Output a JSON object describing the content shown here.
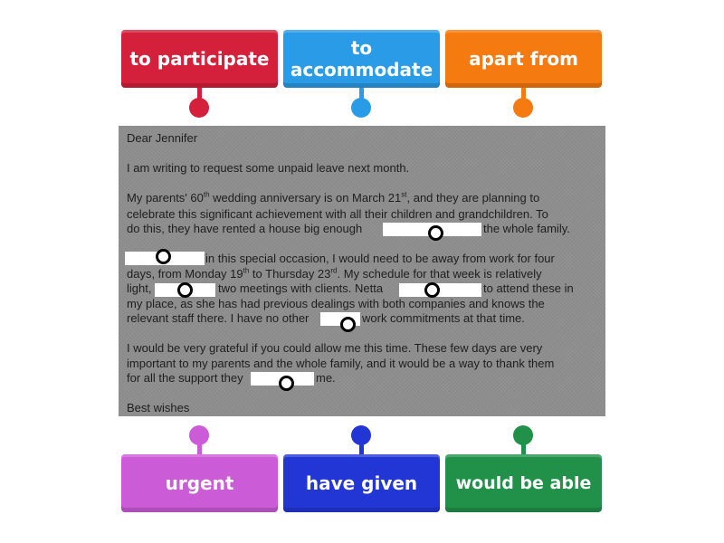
{
  "answers_top": [
    {
      "label": "to participate",
      "color": "#d4203a"
    },
    {
      "label": "to accommodate",
      "color": "#2a9be6"
    },
    {
      "label": "apart from",
      "color": "#f57a10"
    }
  ],
  "answers_bottom": [
    {
      "label": "urgent",
      "color": "#cc5bd8"
    },
    {
      "label": "have given",
      "color": "#2236d6"
    },
    {
      "label": "would be able",
      "color": "#21914a"
    }
  ],
  "letter": {
    "greeting": "Dear Jennifer",
    "p1": "I am writing to request some unpaid leave next month.",
    "p2_l1a": "My parents' 60",
    "p2_l1b": "th",
    "p2_l1c": " wedding anniversary is on March 21",
    "p2_l1d": "st",
    "p2_l1e": ", and they are planning to",
    "p2_l2": "celebrate this significant achievement with all their children and grandchildren. To",
    "p2_l3a": "do this, they have rented a house big enough",
    "p2_l3b": "the whole family.",
    "p3_l1": "in this special occasion, I would need to be away from work for four",
    "p3_l2a": "days, from Monday 19",
    "p3_l2b": "th",
    "p3_l2c": " to Thursday 23",
    "p3_l2d": "rd",
    "p3_l2e": ". My schedule for that week is relatively",
    "p3_l3a": "light,",
    "p3_l3b": "two meetings with clients. Netta",
    "p3_l3c": "to attend these in",
    "p3_l4": "my place, as she has had previous dealings with both companies and knows the",
    "p3_l5a": "relevant staff there. I have no other",
    "p3_l5b": "work commitments at that time.",
    "p4_l1": "I would be very grateful if you could allow me this time. These few days are very",
    "p4_l2": "important to my parents and the whole family, and it would be a way to thank them",
    "p4_l3a": "for all the support they",
    "p4_l3b": "me.",
    "closing": "Best wishes"
  }
}
